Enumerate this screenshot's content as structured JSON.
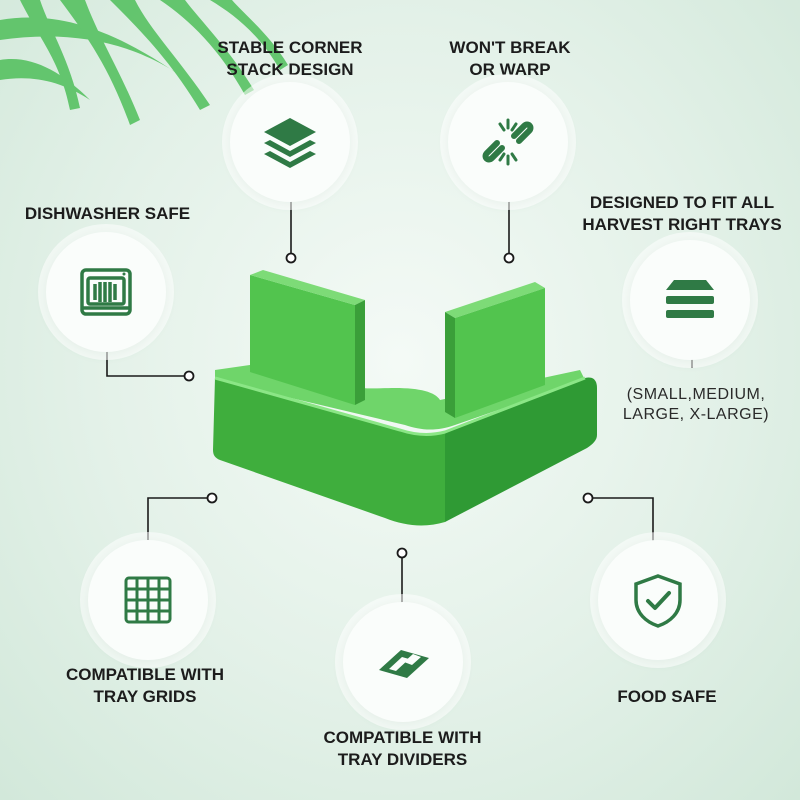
{
  "features": {
    "stable_corner": "STABLE CORNER\nSTACK DESIGN",
    "wont_break": "WON'T BREAK\nOR WARP",
    "dishwasher": "DISHWASHER SAFE",
    "fit_trays": "DESIGNED TO FIT ALL\nHARVEST RIGHT TRAYS",
    "sizes": "(SMALL,MEDIUM,\nLARGE, X-LARGE)",
    "tray_grids": "COMPATIBLE WITH\nTRAY GRIDS",
    "tray_dividers": "COMPATIBLE WITH\nTRAY DIVIDERS",
    "food_safe": "FOOD SAFE"
  },
  "icons": [
    "layers-icon",
    "broken-link-icon",
    "dishwasher-icon",
    "tray-stack-icon",
    "grid-icon",
    "divider-icon",
    "shield-check-icon"
  ],
  "colors": {
    "accent": "#2f7a45",
    "product": "#4cc24a",
    "product_dark": "#2f9a34"
  }
}
